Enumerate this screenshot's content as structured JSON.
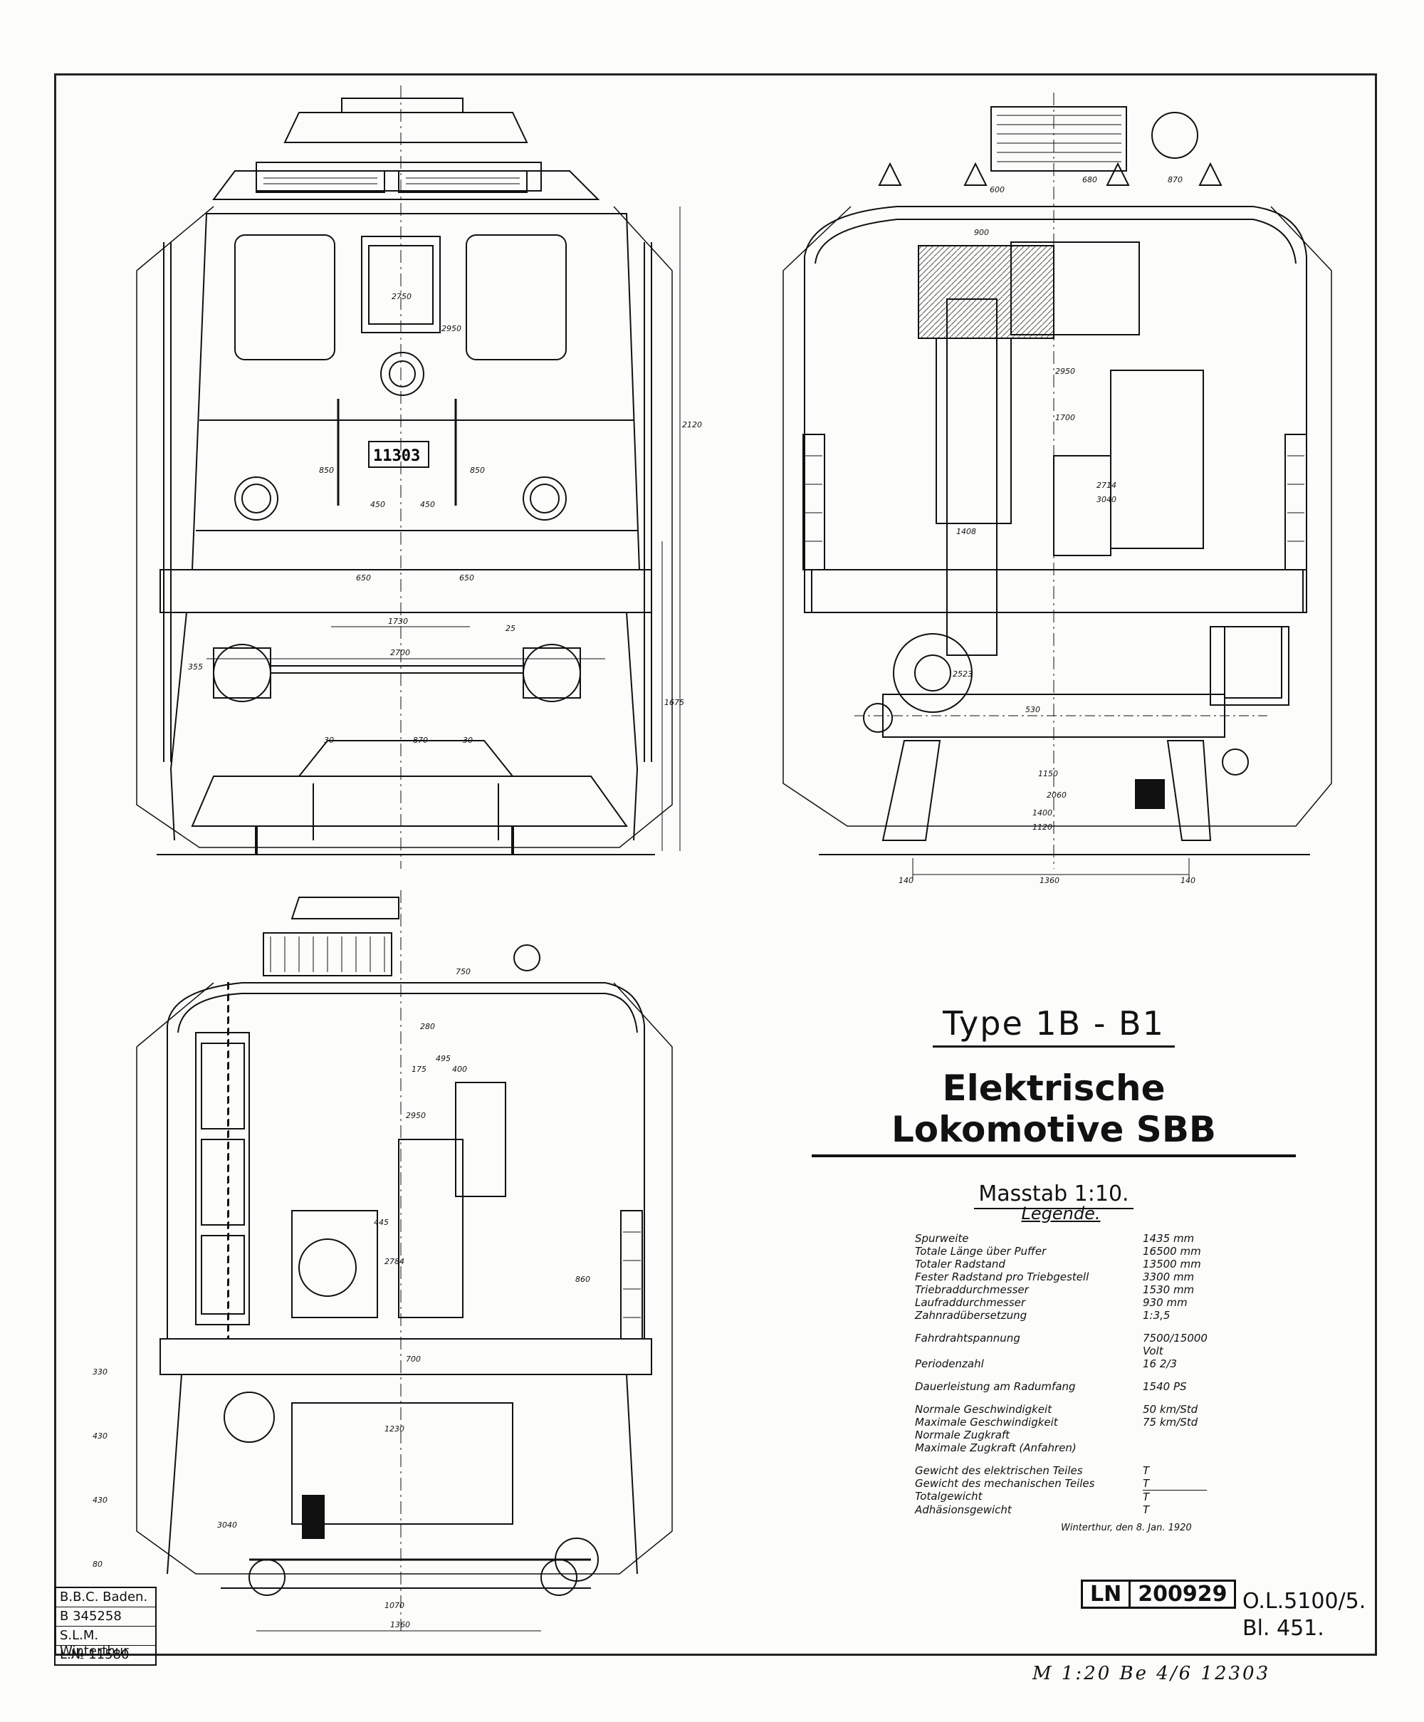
{
  "title_block": {
    "type": "Type 1B - B1",
    "title": "Elektrische Lokomotive SBB",
    "scale": "Masstab 1:10."
  },
  "legend": {
    "heading": "Legende.",
    "rows": [
      {
        "label": "Spurweite",
        "value": "1435 mm"
      },
      {
        "label": "Totale Länge über Puffer",
        "value": "16500 mm"
      },
      {
        "label": "Totaler Radstand",
        "value": "13500 mm"
      },
      {
        "label": "Fester Radstand pro Triebgestell",
        "value": "3300 mm"
      },
      {
        "label": "Triebraddurchmesser",
        "value": "1530 mm"
      },
      {
        "label": "Laufraddurchmesser",
        "value": "930 mm"
      },
      {
        "label": "Zahnradübersetzung",
        "value": "1:3,5"
      },
      {
        "label": "Fahrdrahtspannung",
        "value": "7500/15000 Volt"
      },
      {
        "label": "Periodenzahl",
        "value": "16 2/3"
      },
      {
        "label": "Dauerleistung am Radumfang",
        "value": "1540 PS"
      },
      {
        "label": "Normale Geschwindigkeit",
        "value": "50 km/Std"
      },
      {
        "label": "Maximale Geschwindigkeit",
        "value": "75 km/Std"
      },
      {
        "label": "Normale Zugkraft",
        "value": ""
      },
      {
        "label": "Maximale Zugkraft (Anfahren)",
        "value": ""
      },
      {
        "label": "Gewicht des elektrischen Teiles",
        "value": "T"
      },
      {
        "label": "Gewicht des mechanischen Teiles",
        "value": "T"
      },
      {
        "label": "Totalgewicht",
        "value": "T"
      },
      {
        "label": "Adhäsionsgewicht",
        "value": "T"
      }
    ],
    "place_date": "Winterthur, den 8. Jan. 1920"
  },
  "stamp": {
    "line1": "B.B.C. Baden.",
    "line2": "B 345258",
    "line3": "S.L.M. Winterthur",
    "line4": "L.№ 11580"
  },
  "ln_stamp": {
    "prefix": "LN",
    "number": "200929"
  },
  "drawing_ref": {
    "line1": "O.L.5100/5.",
    "line2": "Bl.  451."
  },
  "hand_note": "M 1:20  Be 4/6 12303",
  "locomotive_number": "11303",
  "dimensions": {
    "front": [
      "2750",
      "2950",
      "850",
      "850",
      "450",
      "450",
      "650",
      "650",
      "1730",
      "2700",
      "2120",
      "1675",
      "870",
      "355",
      "25",
      "30",
      "30"
    ],
    "section_right": [
      "900",
      "600",
      "680",
      "870",
      "2950",
      "1700",
      "2714",
      "3040",
      "1150",
      "2060",
      "1400",
      "1120",
      "140",
      "1360",
      "140",
      "1408",
      "2523",
      "530"
    ],
    "section_lower": [
      "750",
      "280",
      "400",
      "495",
      "175",
      "2950",
      "445",
      "2784",
      "860",
      "700",
      "1230",
      "3040",
      "1070",
      "1360",
      "330",
      "430",
      "430",
      "80"
    ]
  },
  "colors": {
    "ink": "#111111",
    "paper": "#fcfcfa",
    "hatch": "#555555"
  }
}
